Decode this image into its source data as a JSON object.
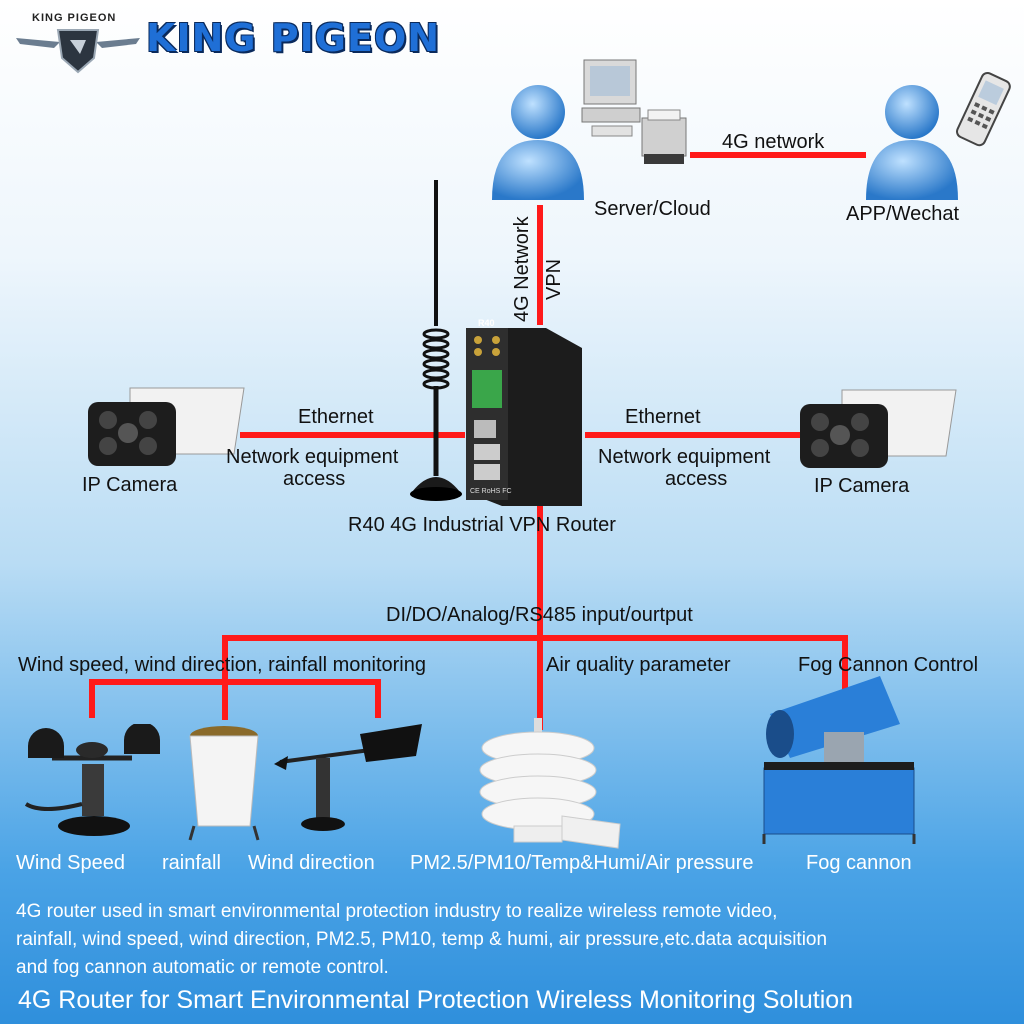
{
  "brand": {
    "small": "KING PIGEON",
    "big": "KING PIGEON"
  },
  "labels": {
    "network_4g": "4G network",
    "server_cloud": "Server/Cloud",
    "app_wechat": "APP/Wechat",
    "vertical_4g": "4G Network",
    "vpn": "VPN",
    "ethernet_left": "Ethernet",
    "ethernet_right": "Ethernet",
    "net_equip_left": "Network equipment",
    "access_left": "access",
    "net_equip_right": "Network equipment",
    "access_right": "access",
    "ipcam_left": "IP Camera",
    "ipcam_right": "IP Camera",
    "router": "R40 4G Industrial VPN Router",
    "router_badge": "R40",
    "router_marks": "CE RoHS FC",
    "io": "DI/DO/Analog/RS485 input/ourtput",
    "wind_group": "Wind speed, wind direction, rainfall monitoring",
    "air_quality": "Air quality parameter",
    "fog_control": "Fog Cannon Control"
  },
  "devices": {
    "wind_speed": "Wind Speed",
    "rainfall": "rainfall",
    "wind_direction": "Wind direction",
    "pm": "PM2.5/PM10/Temp&Humi/Air pressure",
    "fog_cannon": "Fog cannon"
  },
  "description": [
    "4G router used in smart environmental protection industry to realize wireless remote video,",
    "rainfall, wind speed, wind direction, PM2.5, PM10, temp & humi, air pressure,etc.data acquisition",
    "and fog cannon automatic or remote control."
  ],
  "footer": "4G Router for Smart Environmental Protection Wireless Monitoring Solution",
  "colors": {
    "wire": "#ff1a1a",
    "brand": "#1f6fd6",
    "router": "#2b2b2b",
    "cannon": "#2a7fd8"
  }
}
